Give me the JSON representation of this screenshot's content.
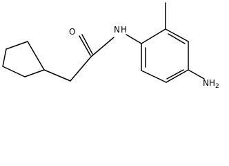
{
  "molecule": {
    "atoms": {
      "oxygen": "O",
      "amide_nitrogen": "N",
      "amide_hydrogen": "H",
      "amine_group": "NH",
      "amine_subscript": "2"
    }
  }
}
